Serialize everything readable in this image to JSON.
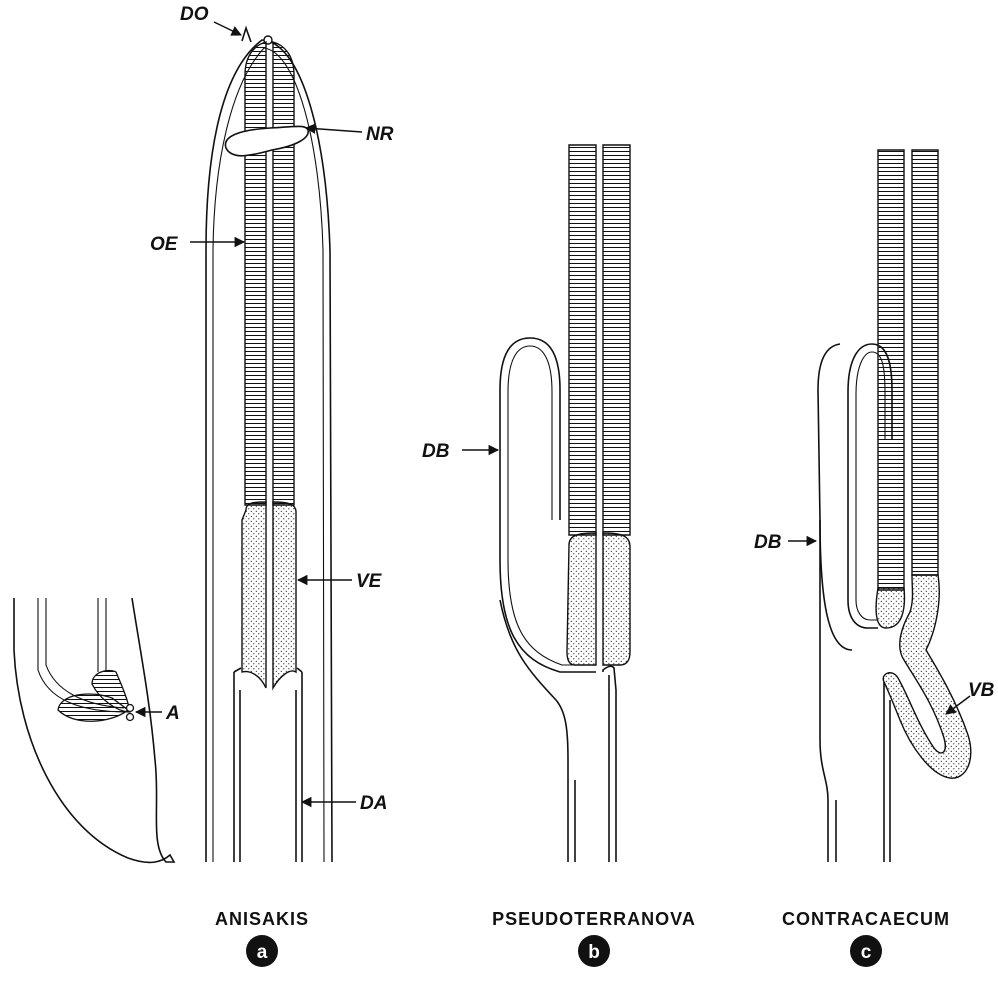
{
  "labels": {
    "do": "DO",
    "nr": "NR",
    "oe": "OE",
    "ve": "VE",
    "a": "A",
    "da": "DA",
    "db_b": "DB",
    "db_c": "DB",
    "vb": "VB"
  },
  "panels": [
    {
      "genus": "ANISAKIS",
      "letter": "a"
    },
    {
      "genus": "PSEUDOTERRANOVA",
      "letter": "b"
    },
    {
      "genus": "CONTRACAECUM",
      "letter": "c"
    }
  ],
  "colors": {
    "ink": "#111111",
    "paper": "#ffffff"
  }
}
